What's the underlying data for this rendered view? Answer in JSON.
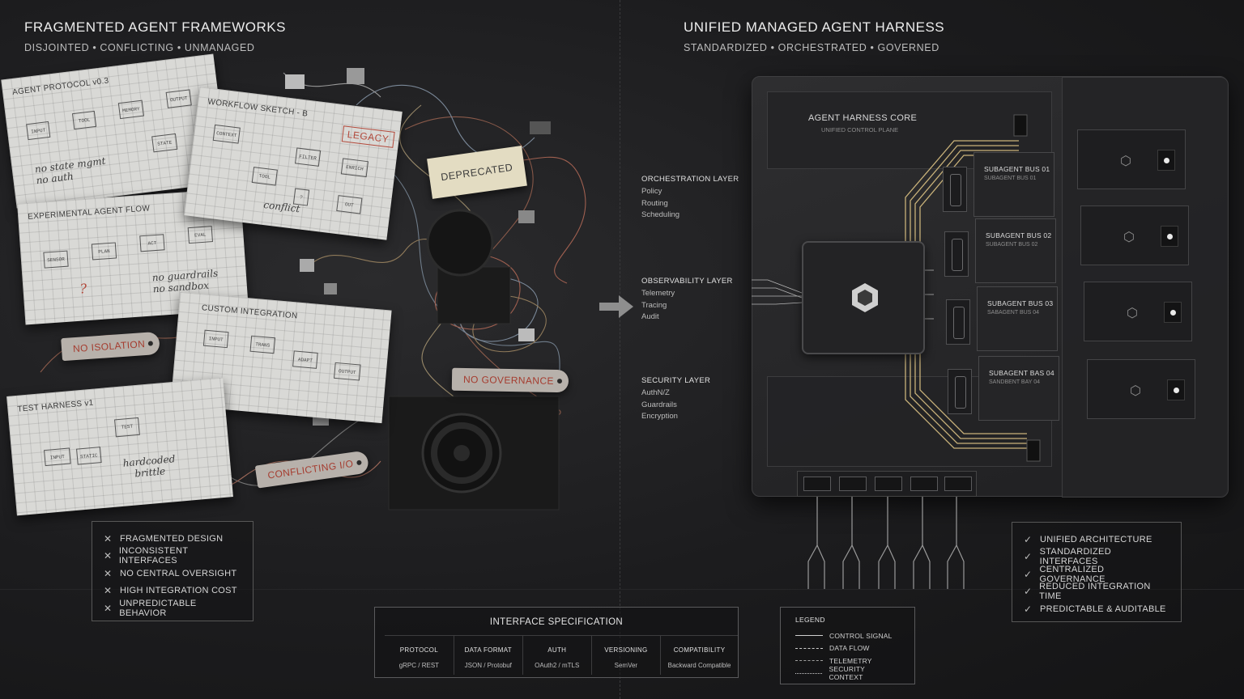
{
  "left": {
    "title": "FRAGMENTED AGENT FRAMEWORKS",
    "subtitle": "DISJOINTED • CONFLICTING • UNMANAGED",
    "papers": {
      "p1": {
        "title": "AGENT PROTOCOL v0.3",
        "boxes": [
          "INPUT",
          "TOOL",
          "MEMORY",
          "OUTPUT",
          "STATE"
        ],
        "note": "no state mgmt\nno auth"
      },
      "p2": {
        "title": "WORKFLOW SKETCH - B",
        "boxes": [
          "CONTEXT",
          "TOOL",
          "FILTER",
          "ENRICH",
          "OUT",
          "?"
        ],
        "note": "conflict",
        "stamp": "LEGACY"
      },
      "p3": {
        "title": "EXPERIMENTAL AGENT FLOW",
        "boxes": [
          "SENSOR",
          "PLAN",
          "ACT",
          "EVAL"
        ],
        "note": "no guardrails\nno sandbox",
        "mark": "?"
      },
      "p4": {
        "title": "CUSTOM INTEGRATION",
        "boxes": [
          "INPUT",
          "TRANS",
          "ADAPT",
          "OUTPUT"
        ]
      },
      "p5": {
        "title": "TEST HARNESS v1",
        "boxes": [
          "INPUT",
          "TEST",
          "STATIC"
        ],
        "note": "hardcoded\nbrittle"
      }
    },
    "deprecated": "DEPRECATED",
    "tags": {
      "isolation": "NO ISOLATION",
      "governance": "NO GOVERNANCE",
      "conflicting": "CONFLICTING I/O"
    },
    "problems": [
      "FRAGMENTED DESIGN",
      "INCONSISTENT INTERFACES",
      "NO CENTRAL OVERSIGHT",
      "HIGH INTEGRATION COST",
      "UNPREDICTABLE BEHAVIOR"
    ],
    "problem_icon": "x-mark-icon"
  },
  "right": {
    "title": "UNIFIED MANAGED AGENT HARNESS",
    "subtitle": "STANDARDIZED • ORCHESTRATED • GOVERNED",
    "core": {
      "title": "AGENT HARNESS CORE",
      "subtitle": "UNIFIED CONTROL PLANE"
    },
    "layers": [
      {
        "title": "ORCHESTRATION LAYER",
        "items": [
          "Policy",
          "Routing",
          "Scheduling"
        ]
      },
      {
        "title": "OBSERVABILITY LAYER",
        "items": [
          "Telemetry",
          "Tracing",
          "Audit"
        ]
      },
      {
        "title": "SECURITY LAYER",
        "items": [
          "AuthN/Z",
          "Guardrails",
          "Encryption"
        ]
      }
    ],
    "buses": [
      {
        "title": "SUBAGENT BUS 01",
        "subtitle": "SUBAGENT BUS 01"
      },
      {
        "title": "SUBAGENT BUS 02",
        "subtitle": "SUBAGENT BUS 02"
      },
      {
        "title": "SUBAGENT BUS 03",
        "subtitle": "SABAGENT BUS 04"
      },
      {
        "title": "SUBAGENT BAS 04",
        "subtitle": "SANDBENT BAY 04"
      }
    ],
    "benefits": [
      "UNIFIED ARCHITECTURE",
      "STANDARDIZED INTERFACES",
      "CENTRALIZED GOVERNANCE",
      "REDUCED INTEGRATION TIME",
      "PREDICTABLE & AUDITABLE"
    ],
    "benefit_icon": "check-mark-icon"
  },
  "spec": {
    "title": "INTERFACE SPECIFICATION",
    "columns": [
      "PROTOCOL",
      "DATA FORMAT",
      "AUTH",
      "VERSIONING",
      "COMPATIBILITY"
    ],
    "values": [
      "gRPC / REST",
      "JSON / Protobuf",
      "OAuth2 / mTLS",
      "SemVer",
      "Backward Compatible"
    ]
  },
  "legend": {
    "title": "LEGEND",
    "items": [
      {
        "label": "CONTROL SIGNAL",
        "style": "solid"
      },
      {
        "label": "DATA FLOW",
        "style": "dashed"
      },
      {
        "label": "TELEMETRY",
        "style": "dash-dot"
      },
      {
        "label": "SECURITY CONTEXT",
        "style": "dotted"
      }
    ]
  },
  "colors": {
    "background": "#1c1c1e",
    "tag_text": "#a53c2f",
    "wire_gold": "#c9b27a"
  }
}
